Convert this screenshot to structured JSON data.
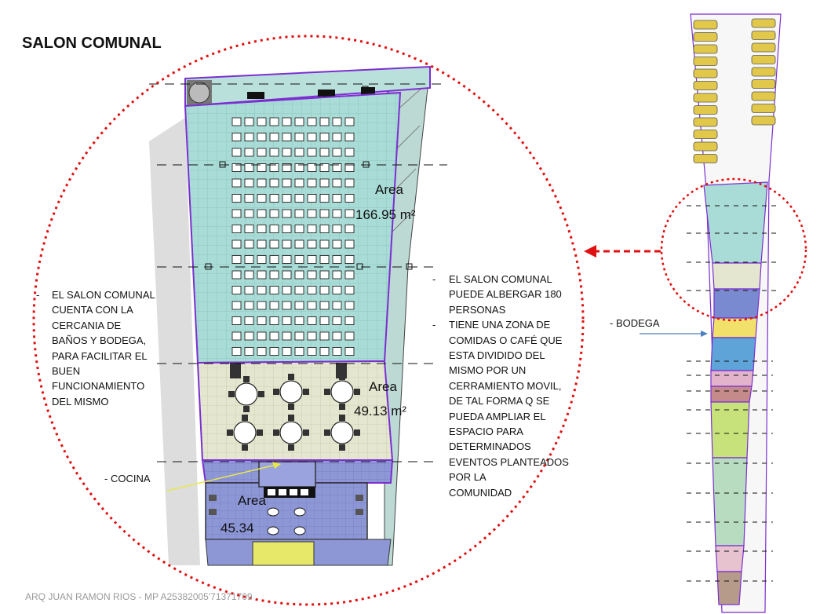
{
  "title": "SALON COMUNAL",
  "plan": {
    "salon_label": "Area",
    "salon_value": "166.95 m²",
    "comidas_label": "Area",
    "comidas_value": "49.13 m²",
    "cocina_label": "Area",
    "cocina_value": "45.34"
  },
  "left_note": {
    "bullet": "-",
    "lines": [
      "EL SALON COMUNAL",
      "CUENTA CON LA",
      "CERCANIA DE",
      "BAÑOS Y  BODEGA,",
      "PARA FACILITAR  EL",
      "BUEN",
      "FUNCIONAMIENTO",
      "DEL MISMO"
    ]
  },
  "right_note": {
    "bullet1": "-",
    "lines1": [
      "EL SALON COMUNAL",
      "PUEDE ALBERGAR 180",
      "PERSONAS"
    ],
    "bullet2": "-",
    "lines2": [
      "TIENE UNA ZONA DE",
      "COMIDAS O CAFÉ  QUE",
      "ESTA DIVIDIDO DEL",
      "MISMO POR UN",
      "CERRAMIENTO MOVIL,",
      "DE TAL FORMA Q SE",
      "PUEDA AMPLIAR EL",
      "ESPACIO PARA",
      "DETERMINADOS",
      "EVENTOS PLANTEADOS",
      "POR LA",
      "COMUNIDAD"
    ]
  },
  "labels": {
    "cocina": "-     COCINA",
    "bodega": "-     BODEGA"
  },
  "footer": "ARQ JUAN RAMON RIOS  - MP A25382005'71371709",
  "colors": {
    "callout_red": "#e01010",
    "wall_purple": "#7b2fd0",
    "salon_fill": "#a9dcd6",
    "comidas_fill": "#e4e6cf",
    "cocina_fill": "#8d97d6",
    "arrow_yellow": "#e8e84a",
    "arrow_blue": "#4a7fc0"
  }
}
